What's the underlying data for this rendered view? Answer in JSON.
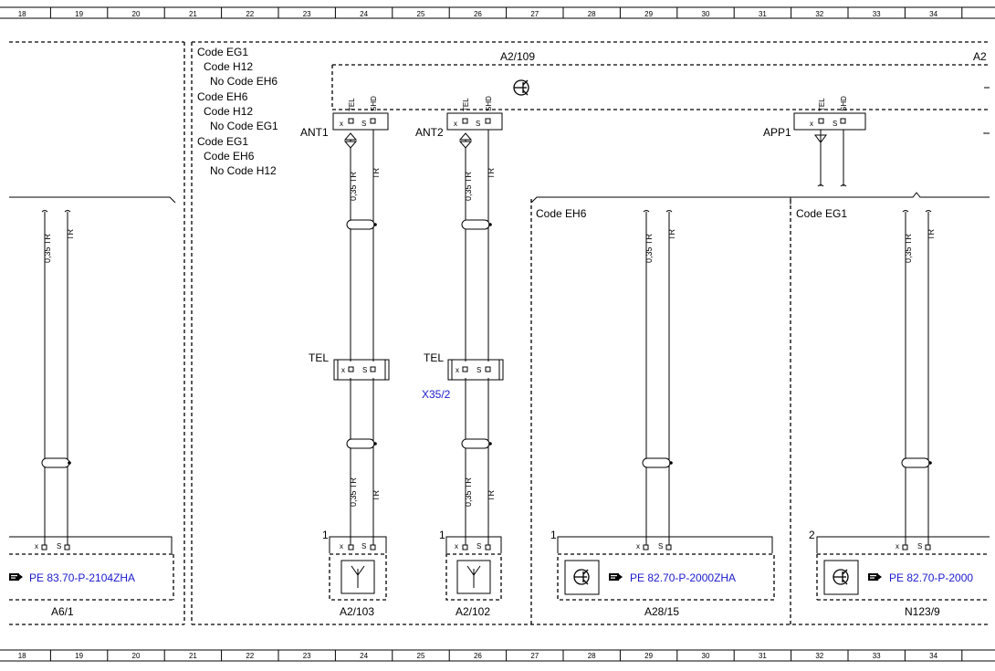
{
  "grid": [
    "18",
    "19",
    "20",
    "21",
    "22",
    "23",
    "24",
    "25",
    "26",
    "27",
    "28",
    "29",
    "30",
    "31",
    "32",
    "33",
    "34"
  ],
  "conditions": [
    "Code EG1",
    "Code H12",
    "No Code EH6",
    "Code EH6",
    "Code H12",
    "No Code EG1",
    "Code EG1",
    "Code EH6",
    "No Code H12"
  ],
  "box_label": "A2/109",
  "box_label_right": "A2",
  "pin_tel": "TEL",
  "pin_shd": "SHD",
  "pin_x": "x",
  "pin_s": "S",
  "wire_035": "0,35 TR",
  "wire_tr": "TR",
  "ant1": "ANT1",
  "ant2": "ANT2",
  "app1": "APP1",
  "tel": "TEL",
  "x35": "X35/2",
  "code_eh6": "Code EH6",
  "code_eg1": "Code EG1",
  "num1": "1",
  "num2": "2",
  "links": [
    "PE 83.70-P-2104ZHA",
    "PE 82.70-P-2000ZHA",
    "PE 82.70-P-2000"
  ],
  "comp_a61": "A6/1",
  "comp_a2103": "A2/103",
  "comp_a2102": "A2/102",
  "comp_a2815": "A28/15",
  "comp_n1239": "N123/9"
}
